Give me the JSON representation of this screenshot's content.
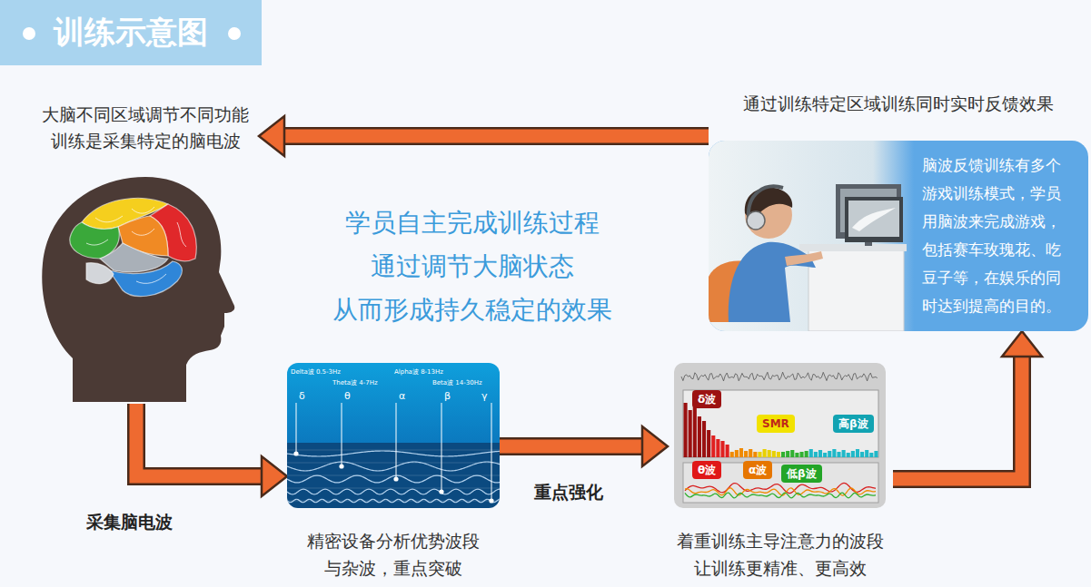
{
  "diagram": {
    "title": "训练示意图",
    "nodes": [
      {
        "text": [
          "大脑不同区域调节不同功能 训练是采集特定的脑电波"
        ]
      },
      {
        "text": [
          "精密设备分析优势波段 与杂波，重点突破"
        ]
      },
      {
        "text": [
          "着重训练主导注意力的波段 让训练更精准、更高效"
        ]
      },
      {
        "text": [
          "δ波"
        ],
        "in": 2
      },
      {
        "text": [
          "SMR"
        ],
        "in": 2
      },
      {
        "text": [
          "高β波"
        ],
        "in": 2
      },
      {
        "text": [
          "θ波"
        ],
        "in": 2
      },
      {
        "text": [
          "α波"
        ],
        "in": 2
      },
      {
        "text": [
          "低β波"
        ],
        "in": 2
      },
      {
        "text": [
          "通过训练特定区域训练同时实时反馈效果",
          "脑波反馈训练有多个游戏训练模式，学员用脑波来完成游戏，包括赛车玫瑰花、吃豆子等，在娱乐的同时达到提高的目的。"
        ]
      }
    ],
    "edges": [
      {
        "from": 0,
        "to": 1,
        "arrow": "to",
        "label": "采集脑电波"
      },
      {
        "from": 1,
        "to": 2,
        "arrow": "to",
        "label": "重点强化"
      },
      {
        "from": 2,
        "to": 9,
        "arrow": "to"
      },
      {
        "from": 9,
        "to": 0,
        "arrow": "to"
      }
    ],
    "labels": [
      "学员自主完成训练过程 通过调节大脑状态 从而形成持久稳定的效果",
      "δ",
      "Delta波 0.5-3Hz",
      "θ",
      "Theta波 4-7Hz",
      "α",
      "Alpha波 8-13Hz",
      "β",
      "Beta波 14-30Hz",
      "γ"
    ]
  }
}
